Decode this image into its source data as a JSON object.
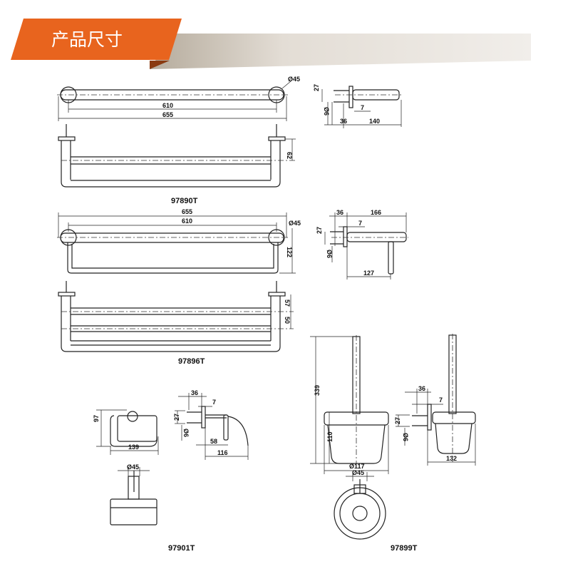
{
  "header": {
    "title": "产品尺寸",
    "accent": "#e8641e"
  },
  "p97890T": {
    "model": "97890T",
    "dia": "Ø45",
    "d610": "610",
    "d655": "655",
    "d62": "62",
    "d27": "27",
    "d6": "Ø6",
    "d7": "7",
    "d36": "36",
    "d140": "140"
  },
  "p97896T": {
    "model": "97896T",
    "dia": "Ø45",
    "d655": "655",
    "d610": "610",
    "d122": "122",
    "d57": "57",
    "d50": "50",
    "d36": "36",
    "d166": "166",
    "d7": "7",
    "d27": "27",
    "d6": "Ø6",
    "d127": "127"
  },
  "p97901T": {
    "model": "97901T",
    "d97": "97",
    "d139": "139",
    "d36": "36",
    "d7": "7",
    "d27": "27",
    "d6": "Ø6",
    "d58": "58",
    "d116": "116",
    "dia": "Ø45"
  },
  "p97899T": {
    "model": "97899T",
    "d339": "339",
    "d110": "110",
    "d117": "Ø117",
    "d36": "36",
    "d7": "7",
    "d27": "27",
    "d6": "Ø6",
    "d132": "132",
    "dia": "Ø45"
  }
}
